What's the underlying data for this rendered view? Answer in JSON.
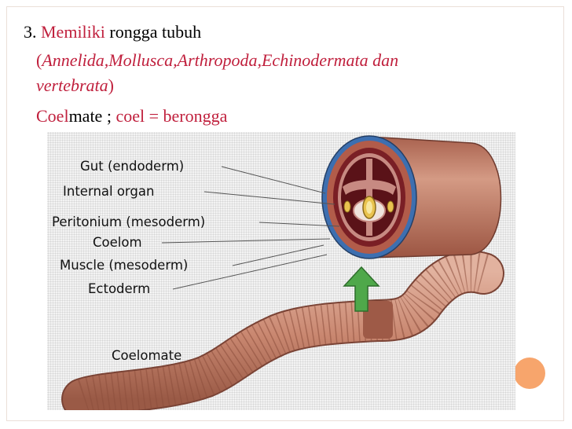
{
  "text": {
    "number": "3.",
    "keyword": "Memiliki",
    "rest1": " rongga tubuh",
    "paren_open": "(",
    "phyla_line1": "Annelida,Mollusca,Arthropoda,Echinodermata dan",
    "phyla_line2": "vertebrata",
    "paren_close": ")",
    "coel_prefix": "Coel",
    "mate_suffix": "mate ; ",
    "definition": "coel = berongga"
  },
  "figure": {
    "labels": {
      "gut": "Gut (endoderm)",
      "internal_organ": "Internal organ",
      "peritonium": "Peritonium (mesoderm)",
      "coelom": "Coelom",
      "muscle": "Muscle (mesoderm)",
      "ectoderm": "Ectoderm",
      "caption": "Coelomate"
    }
  },
  "colors": {
    "accent_red": "#c0203d",
    "corner_dot": "#f7a56c",
    "worm_body": "#c98770",
    "arrow_green": "#4fa84a"
  }
}
